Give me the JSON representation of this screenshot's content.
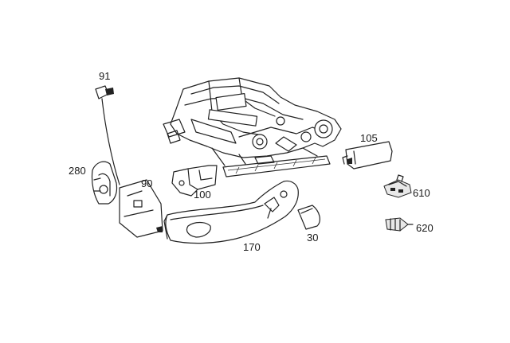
{
  "part_labels": {
    "p91": "91",
    "p280": "280",
    "p90": "90",
    "p100": "100",
    "p105": "105",
    "p610": "610",
    "p620": "620",
    "p170": "170",
    "p30": "30"
  }
}
